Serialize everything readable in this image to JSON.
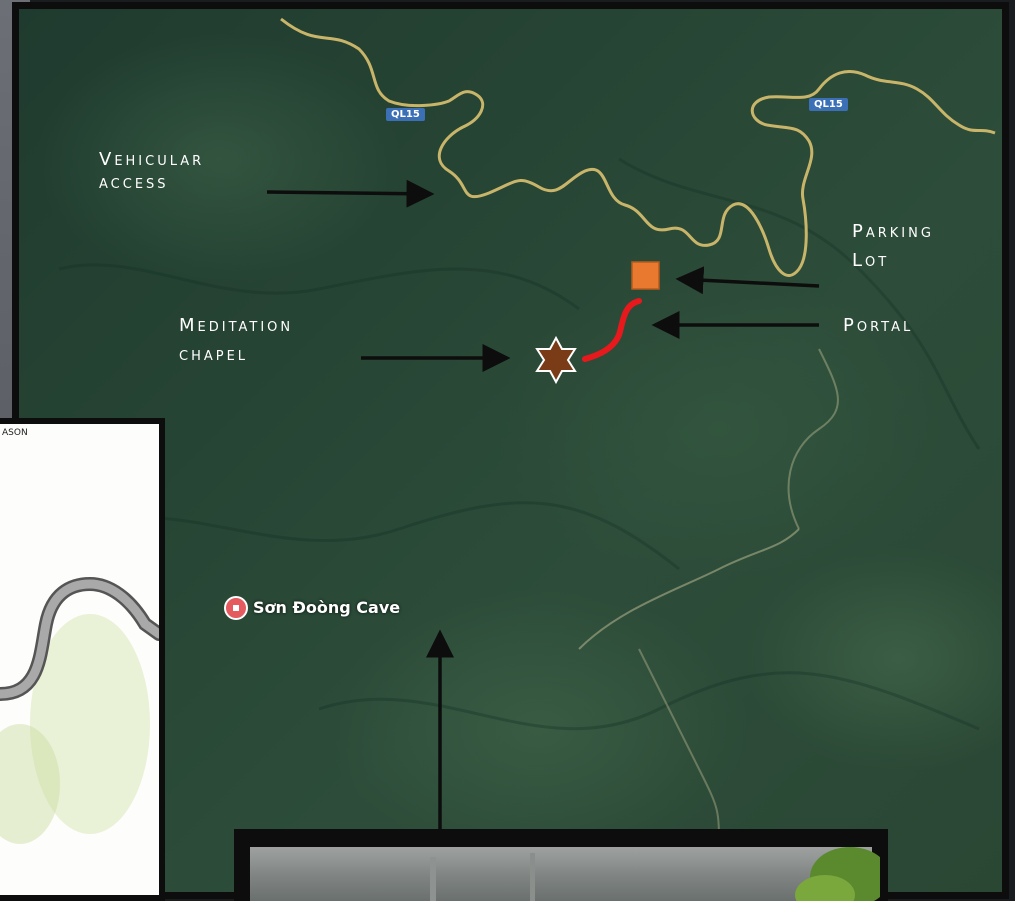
{
  "map": {
    "road_badges": [
      "QL15",
      "QL15"
    ],
    "labels": {
      "vehicular_access": [
        "Vehicular",
        "access"
      ],
      "parking_lot": [
        "Parking",
        "Lot"
      ],
      "meditation_chapel": [
        "Meditation",
        "chapel"
      ],
      "portal": "Portal",
      "cave": "Sơn Đoòng Cave"
    },
    "colors": {
      "road": "#c9b56a",
      "parking_marker": "#e8792e",
      "chapel_marker": "#7a3b17",
      "trail": "#e8191c",
      "arrow": "#0d0d0d",
      "cave_pin": "#e45a5f",
      "road_badge": "#3b6fb6"
    },
    "icons": {
      "parking_marker": "square-marker-icon",
      "chapel_marker": "six-point-star-icon",
      "cave_pin": "map-pin-icon"
    }
  },
  "inset_left": {
    "note": "ASON"
  }
}
